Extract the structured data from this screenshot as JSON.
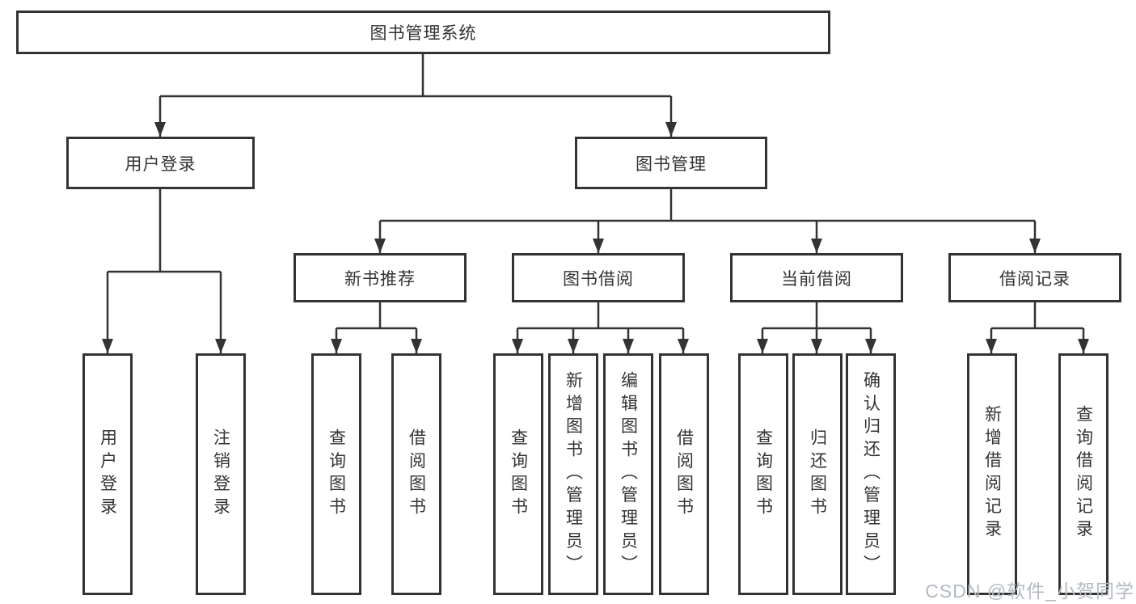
{
  "tree": {
    "root": {
      "label": "图书管理系统"
    },
    "branches": [
      {
        "label": "用户登录",
        "leaves": [
          {
            "label": "用户登录"
          },
          {
            "label": "注销登录"
          }
        ]
      },
      {
        "label": "图书管理",
        "groups": [
          {
            "label": "新书推荐",
            "leaves": [
              {
                "label": "查询图书"
              },
              {
                "label": "借阅图书"
              }
            ]
          },
          {
            "label": "图书借阅",
            "leaves": [
              {
                "label": "查询图书"
              },
              {
                "label": "新增图书（管理员）"
              },
              {
                "label": "编辑图书（管理员）"
              },
              {
                "label": "借阅图书"
              }
            ]
          },
          {
            "label": "当前借阅",
            "leaves": [
              {
                "label": "查询图书"
              },
              {
                "label": "归还图书"
              },
              {
                "label": "确认归还（管理员）"
              }
            ]
          },
          {
            "label": "借阅记录",
            "leaves": [
              {
                "label": "新增借阅记录"
              },
              {
                "label": "查询借阅记录"
              }
            ]
          }
        ]
      }
    ]
  },
  "watermark": {
    "text": "CSDN @软件_小贺同学"
  },
  "colors": {
    "line": "#333333",
    "box_border": "#333333",
    "text": "#333333",
    "watermark": "#b4bac0",
    "background": "#ffffff"
  }
}
